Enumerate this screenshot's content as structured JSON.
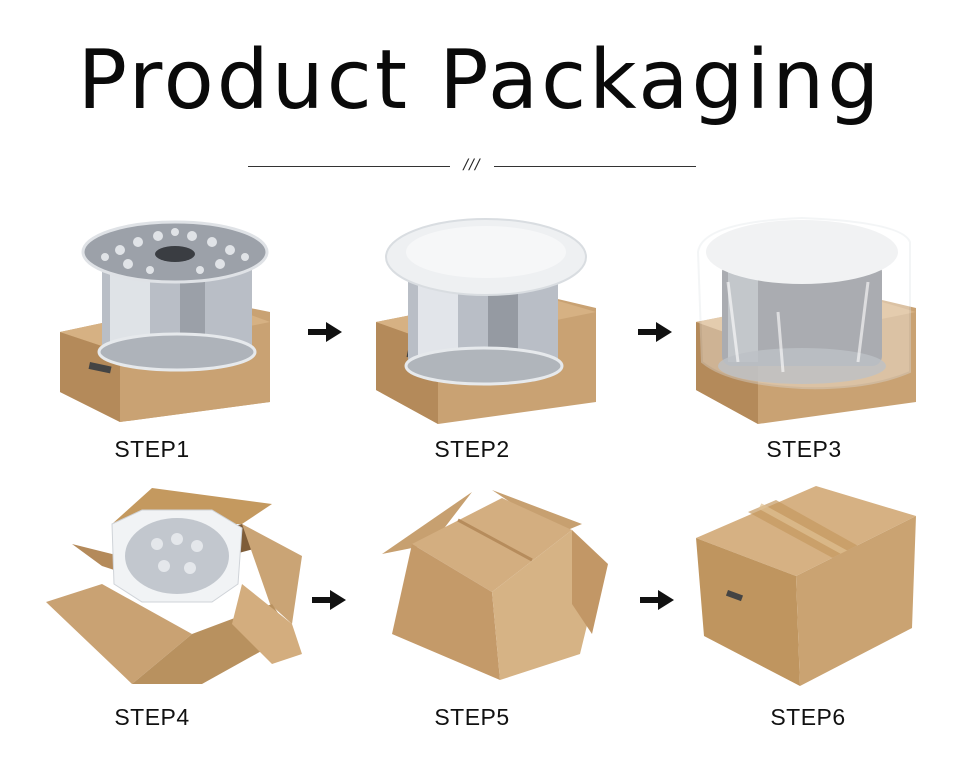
{
  "title": "Product Packaging",
  "divider_mark": "///",
  "steps": [
    {
      "label": "STEP1"
    },
    {
      "label": "STEP2"
    },
    {
      "label": "STEP3"
    },
    {
      "label": "STEP4"
    },
    {
      "label": "STEP5"
    },
    {
      "label": "STEP6"
    }
  ],
  "colors": {
    "cardboard": "#c9a273",
    "cardboard_dark": "#a8804f",
    "cardboard_light": "#d9b88c",
    "chrome": "#c8ccd2",
    "foam": "#eef0f2",
    "text": "#111111"
  },
  "icons": {
    "arrow": "arrow-right-icon"
  }
}
